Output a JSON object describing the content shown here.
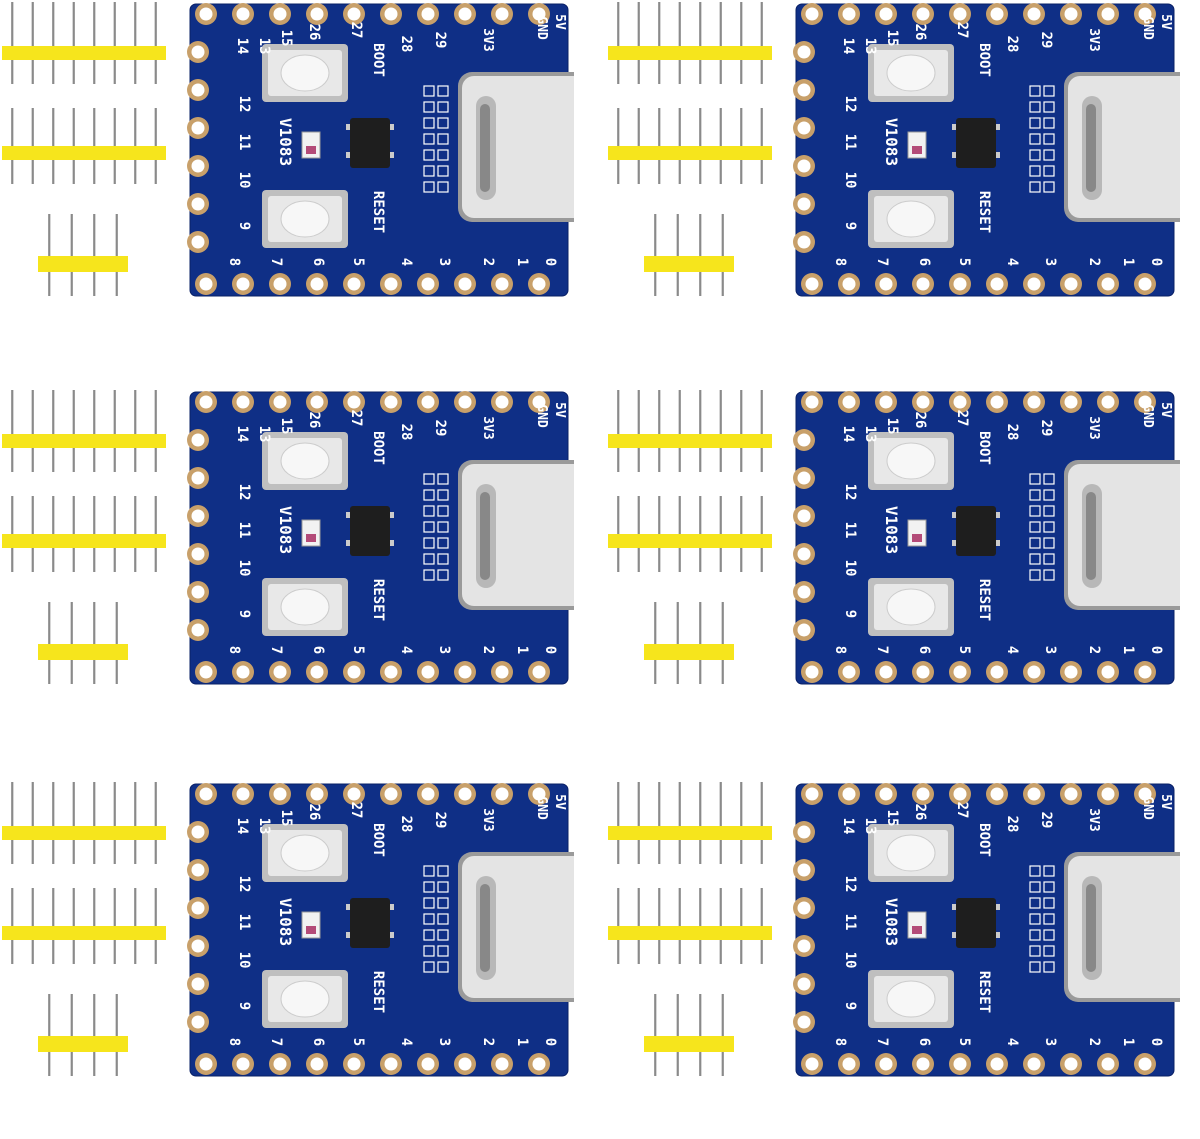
{
  "colors": {
    "pcb": "#0f2f86",
    "pcb_edge": "#0a2066",
    "pad_ring": "#c8a06a",
    "header_plastic": "#f6e51c",
    "header_pin": "#8a8a8a",
    "usb_shell": "#d9d9d9",
    "chip": "#1e1e1e",
    "background": "#ffffff"
  },
  "board": {
    "chip_model": "V1083",
    "buttons": [
      "BOOT",
      "RESET"
    ],
    "power_labels": [
      "5V",
      "GND",
      "3V3"
    ],
    "top_pins": [
      "14",
      "13",
      "15",
      "26",
      "27",
      "28",
      "29"
    ],
    "left_pins": [
      "12",
      "11",
      "10",
      "9"
    ],
    "bottom_pins": [
      "8",
      "7",
      "6",
      "5",
      "4",
      "3",
      "2",
      "1",
      "0"
    ],
    "connector": "usb-c-icon"
  },
  "sets": [
    {
      "id": "set-1"
    },
    {
      "id": "set-2"
    },
    {
      "id": "set-3"
    },
    {
      "id": "set-4"
    },
    {
      "id": "set-5"
    },
    {
      "id": "set-6"
    }
  ]
}
